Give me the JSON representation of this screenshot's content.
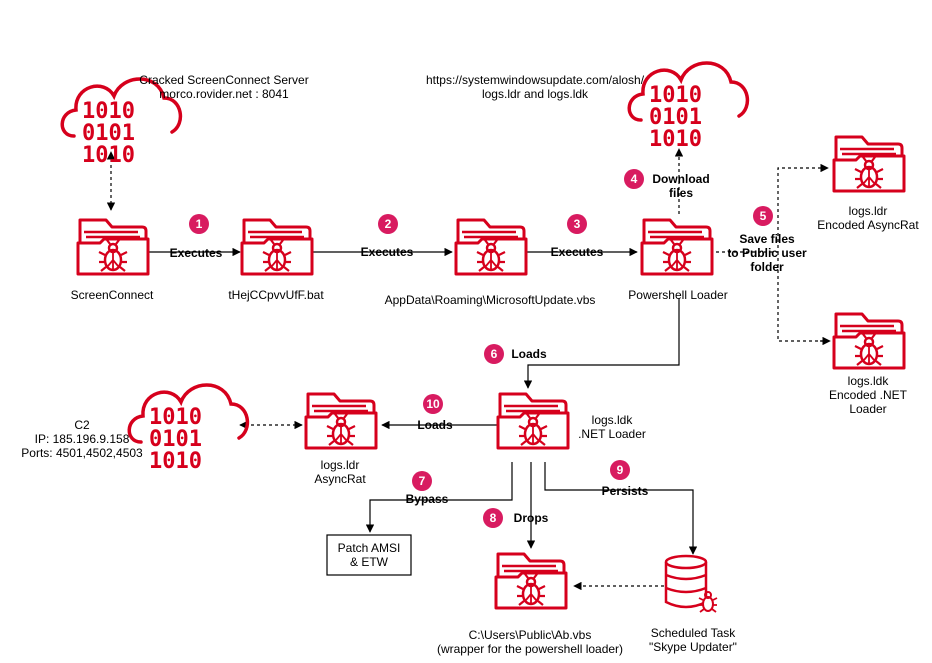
{
  "colors": {
    "accent": "#d6001c",
    "badge": "#d81b60",
    "line": "#000000"
  },
  "icons": [
    "cloud-binary-icon",
    "folder-bug-icon",
    "database-bug-icon"
  ],
  "nodes": {
    "screenconnect_server": "Cracked ScreenConnect Server\nmorco.rovider.net : 8041",
    "download_url": "https://systemwindowsupdate.com/alosh/\nlogs.ldr and logs.ldk",
    "c2": "C2\nIP: 185.196.9.158\nPorts: 4501,4502,4503",
    "screenconnect": "ScreenConnect",
    "bat": "tHejCCpvvUfF.bat",
    "vbs": "AppData\\Roaming\\MicrosoftUpdate.vbs",
    "ps_loader": "Powershell Loader",
    "logs_ldr_encoded": "logs.ldr\nEncoded AsyncRat",
    "logs_ldk_encoded": "logs.ldk\nEncoded .NET\nLoader",
    "logs_ldk_loader": "logs.ldk\n.NET Loader",
    "logs_ldr_asyncrat": "logs.ldr\nAsyncRat",
    "patch": "Patch AMSI\n& ETW",
    "ab_vbs": "C:\\Users\\Public\\Ab.vbs\n(wrapper for the powershell loader)",
    "sched_task": "Scheduled Task\n\"Skype Updater\""
  },
  "binary_rows": [
    "1010",
    "0101",
    "1010"
  ],
  "edges": {
    "e1": "Executes",
    "e2": "Executes",
    "e3": "Executes",
    "e4": "Download\nfiles",
    "e5": "Save files\nto Public user\nfolder",
    "e6": "Loads",
    "e7": "Bypass",
    "e8": "Drops",
    "e9": "Persists",
    "e10": "Loads"
  },
  "badges": [
    "1",
    "2",
    "3",
    "4",
    "5",
    "6",
    "7",
    "8",
    "9",
    "10"
  ]
}
